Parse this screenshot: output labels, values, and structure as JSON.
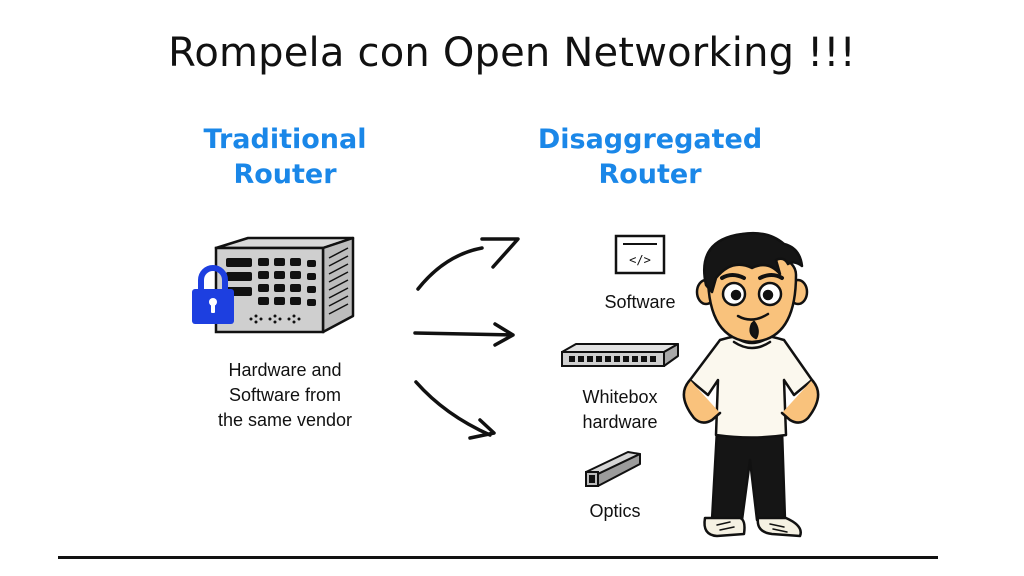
{
  "title": "Rompela con Open Networking !!!",
  "traditional": {
    "heading_line1": "Traditional",
    "heading_line2": "Router",
    "caption_line1": "Hardware and",
    "caption_line2": "Software from",
    "caption_line3": "the same vendor",
    "icons": [
      "router-chassis-icon",
      "padlock-icon"
    ]
  },
  "disaggregated": {
    "heading_line1": "Disaggregated",
    "heading_line2": "Router",
    "components": [
      {
        "label": "Software",
        "icon": "code-window-icon"
      },
      {
        "label_line1": "Whitebox",
        "label_line2": "hardware",
        "icon": "network-switch-icon"
      },
      {
        "label": "Optics",
        "icon": "optical-transceiver-icon"
      }
    ]
  },
  "arrows": [
    "arrow-up-right",
    "arrow-right",
    "arrow-down-right"
  ],
  "character": "engineer-character",
  "colors": {
    "heading_blue": "#1a87e8",
    "lock_blue": "#1d3fe0",
    "chassis_gray": "#c9c9c9",
    "skin": "#f9c27c",
    "shirt": "#fbf8ee",
    "pants": "#151515"
  }
}
